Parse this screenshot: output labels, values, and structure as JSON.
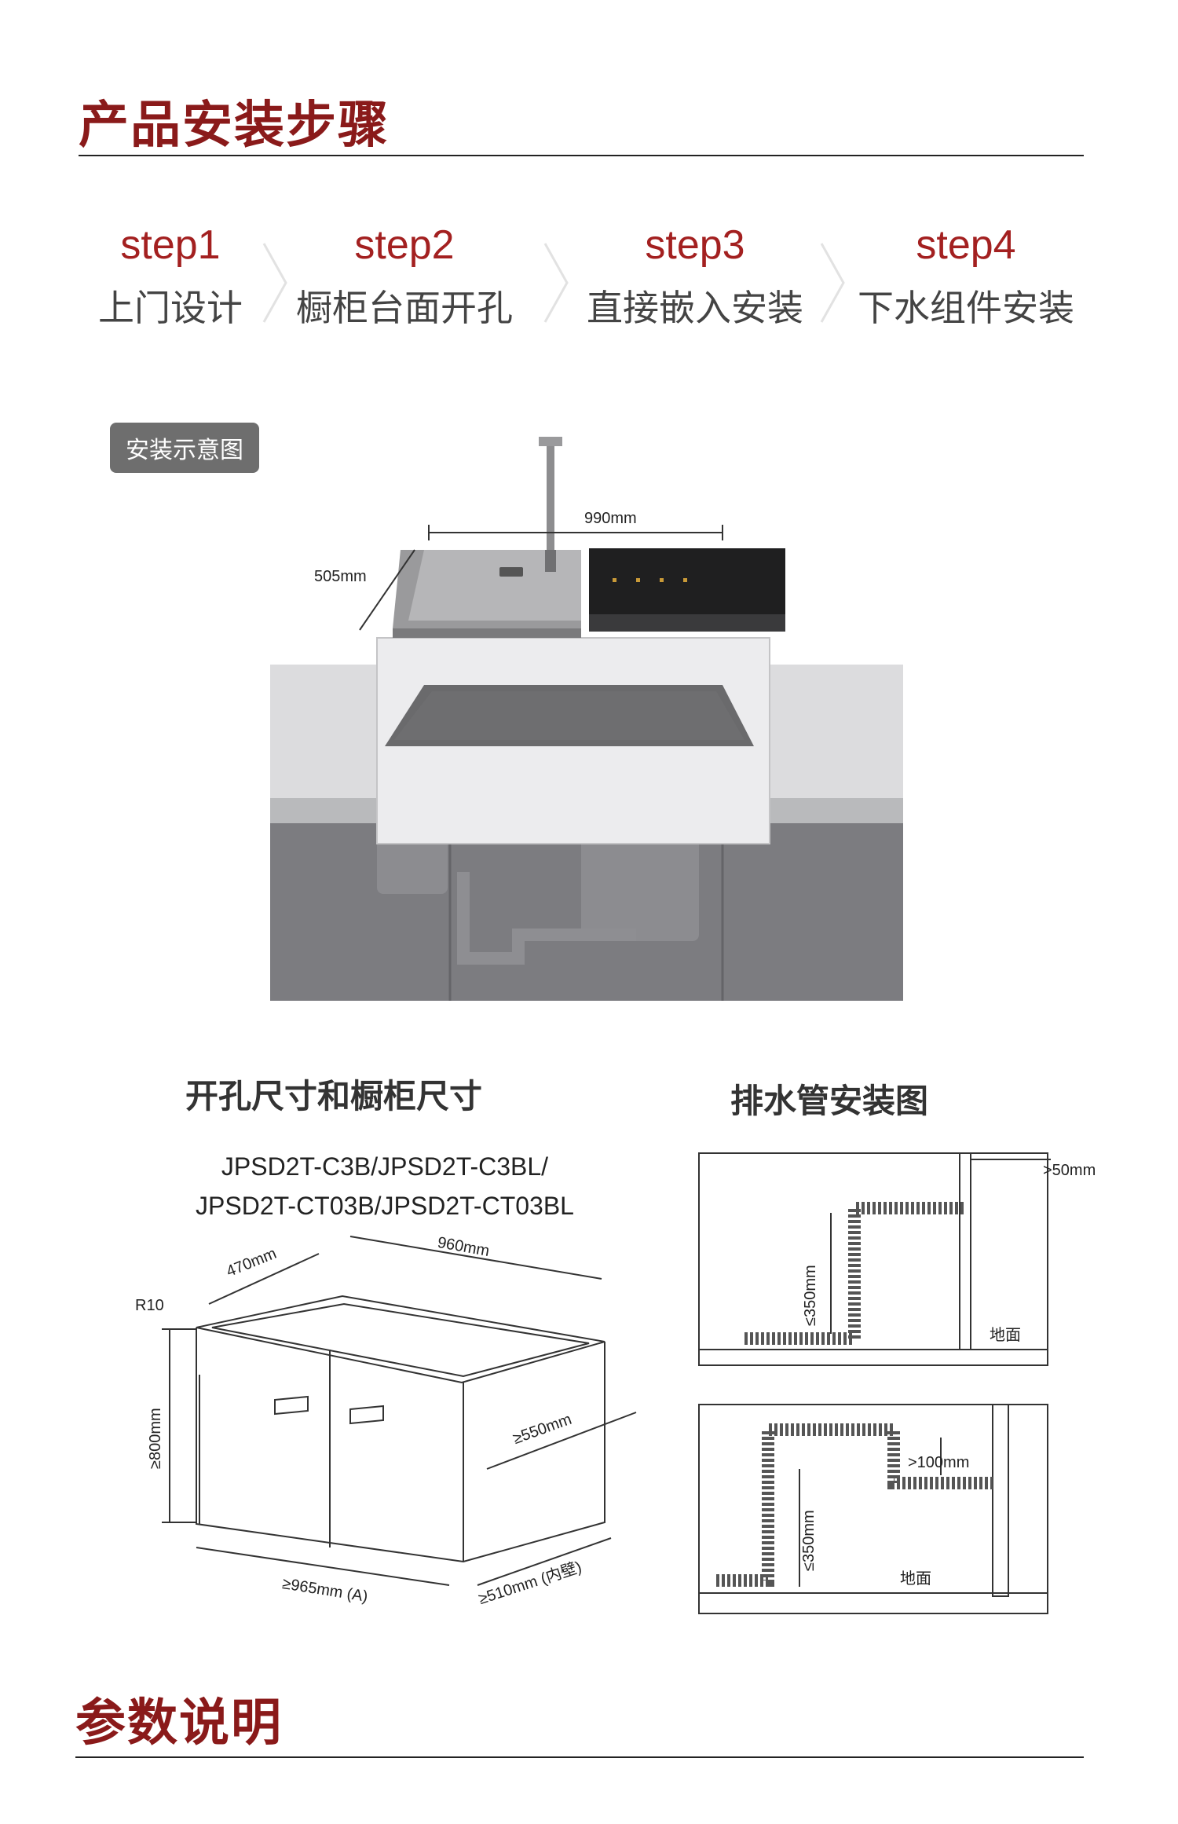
{
  "section1": {
    "title": "产品安装步骤"
  },
  "steps": [
    {
      "num": "step1",
      "label": "上门设计"
    },
    {
      "num": "step2",
      "label": "橱柜台面开孔"
    },
    {
      "num": "step3",
      "label": "直接嵌入安装"
    },
    {
      "num": "step4",
      "label": "下水组件安装"
    }
  ],
  "diagram": {
    "badge": "安装示意图",
    "width_label": "990mm",
    "depth_label": "505mm"
  },
  "cutout": {
    "title": "开孔尺寸和橱柜尺寸",
    "models_line1": "JPSD2T-C3B/JPSD2T-C3BL/",
    "models_line2": "JPSD2T-CT03B/JPSD2T-CT03BL",
    "dim_470": "470mm",
    "dim_960": "960mm",
    "dim_r10": "R10",
    "dim_800": "≥800mm",
    "dim_550": "≥550mm",
    "dim_965": "≥965mm (A)",
    "dim_510": "≥510mm (内壁)"
  },
  "drain": {
    "title": "排水管安装图",
    "dim_50": ">50mm",
    "dim_350a": "≤350mm",
    "floor_a": "地面",
    "dim_100": ">100mm",
    "dim_350b": "≤350mm",
    "floor_b": "地面"
  },
  "section2": {
    "title": "参数说明"
  },
  "colors": {
    "accent": "#8a1a1a",
    "rule": "#222222",
    "badge": "#6e6e6e"
  }
}
